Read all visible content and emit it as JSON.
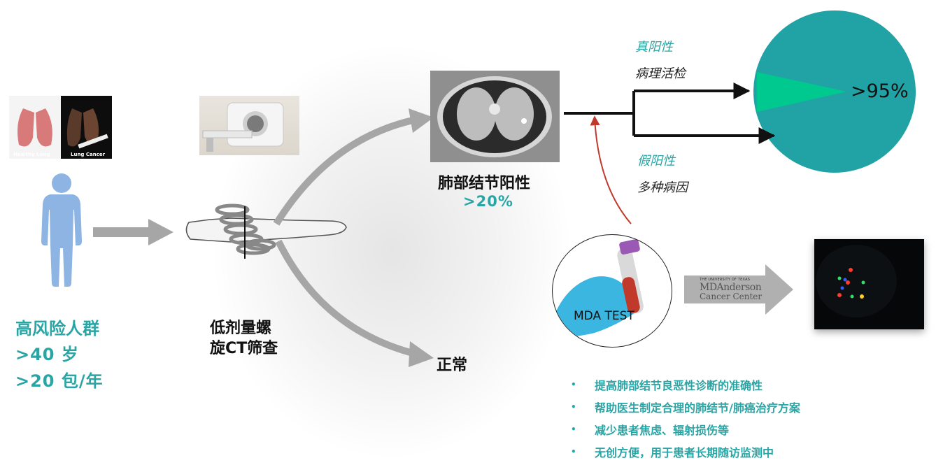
{
  "risk_group": {
    "title": "高风险人群",
    "age": ">40 岁",
    "smoking": ">20 包/年"
  },
  "images": {
    "lung_photo": {
      "caption_left": "Healthy Lung",
      "caption_right": "Lung Cancer"
    }
  },
  "screening": {
    "line1": "低剂量螺",
    "line2": "旋CT筛查"
  },
  "nodule": {
    "label": "肺部结节阳性",
    "percent": ">20%"
  },
  "normal": {
    "label": "正常"
  },
  "true_positive": {
    "label": "真阳性",
    "sub": "病理活检"
  },
  "false_positive": {
    "label": "假阳性",
    "sub": "多种病因"
  },
  "pie": {
    "value_text": ">95%",
    "main_color": "#21a3a6",
    "wedge_color": "#00c98f"
  },
  "mda": {
    "test_label": "MDA TEST",
    "logo_line1": "THE UNIVERSITY OF TEXAS",
    "logo_line2": "MDAnderson",
    "logo_line3": "Cancer Center"
  },
  "benefits": [
    "提高肺部结节良恶性诊断的准确性",
    "帮助医生制定合理的肺结节/肺癌治疗方案",
    "减少患者焦虑、辐射损伤等",
    "无创方便，用于患者长期随访监测中"
  ],
  "colors": {
    "accent": "#2aa5a5",
    "arrow_gray": "#a6a6a6",
    "red_arrow": "#c0392b",
    "figure_blue": "#8eb4e3"
  }
}
